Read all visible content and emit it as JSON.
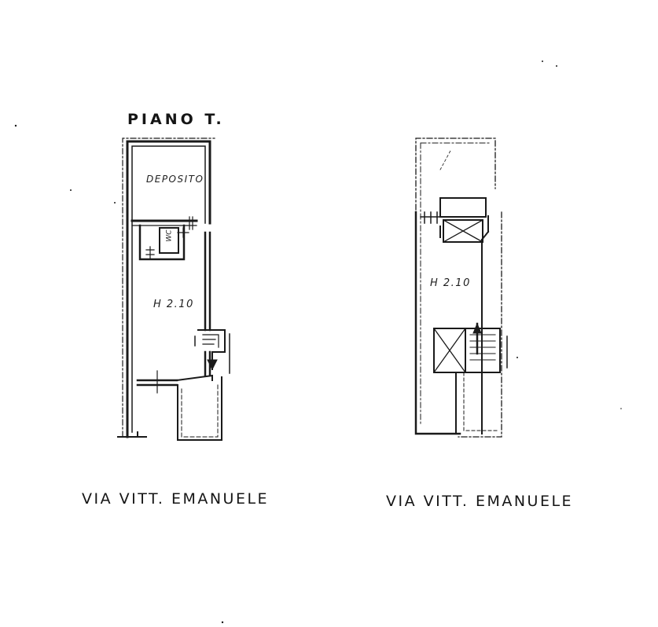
{
  "plan_title": "PIANO T.",
  "left_plan": {
    "room_label": "DEPOSITO",
    "wc_label": "WC",
    "height_label": "H 2.10",
    "street_label": "VIA VITT. EMANUELE"
  },
  "right_plan": {
    "height_label": "H 2.10",
    "street_label": "VIA VITT. EMANUELE"
  },
  "colors": {
    "ink": "#1a1a1a",
    "paper": "#ffffff"
  }
}
